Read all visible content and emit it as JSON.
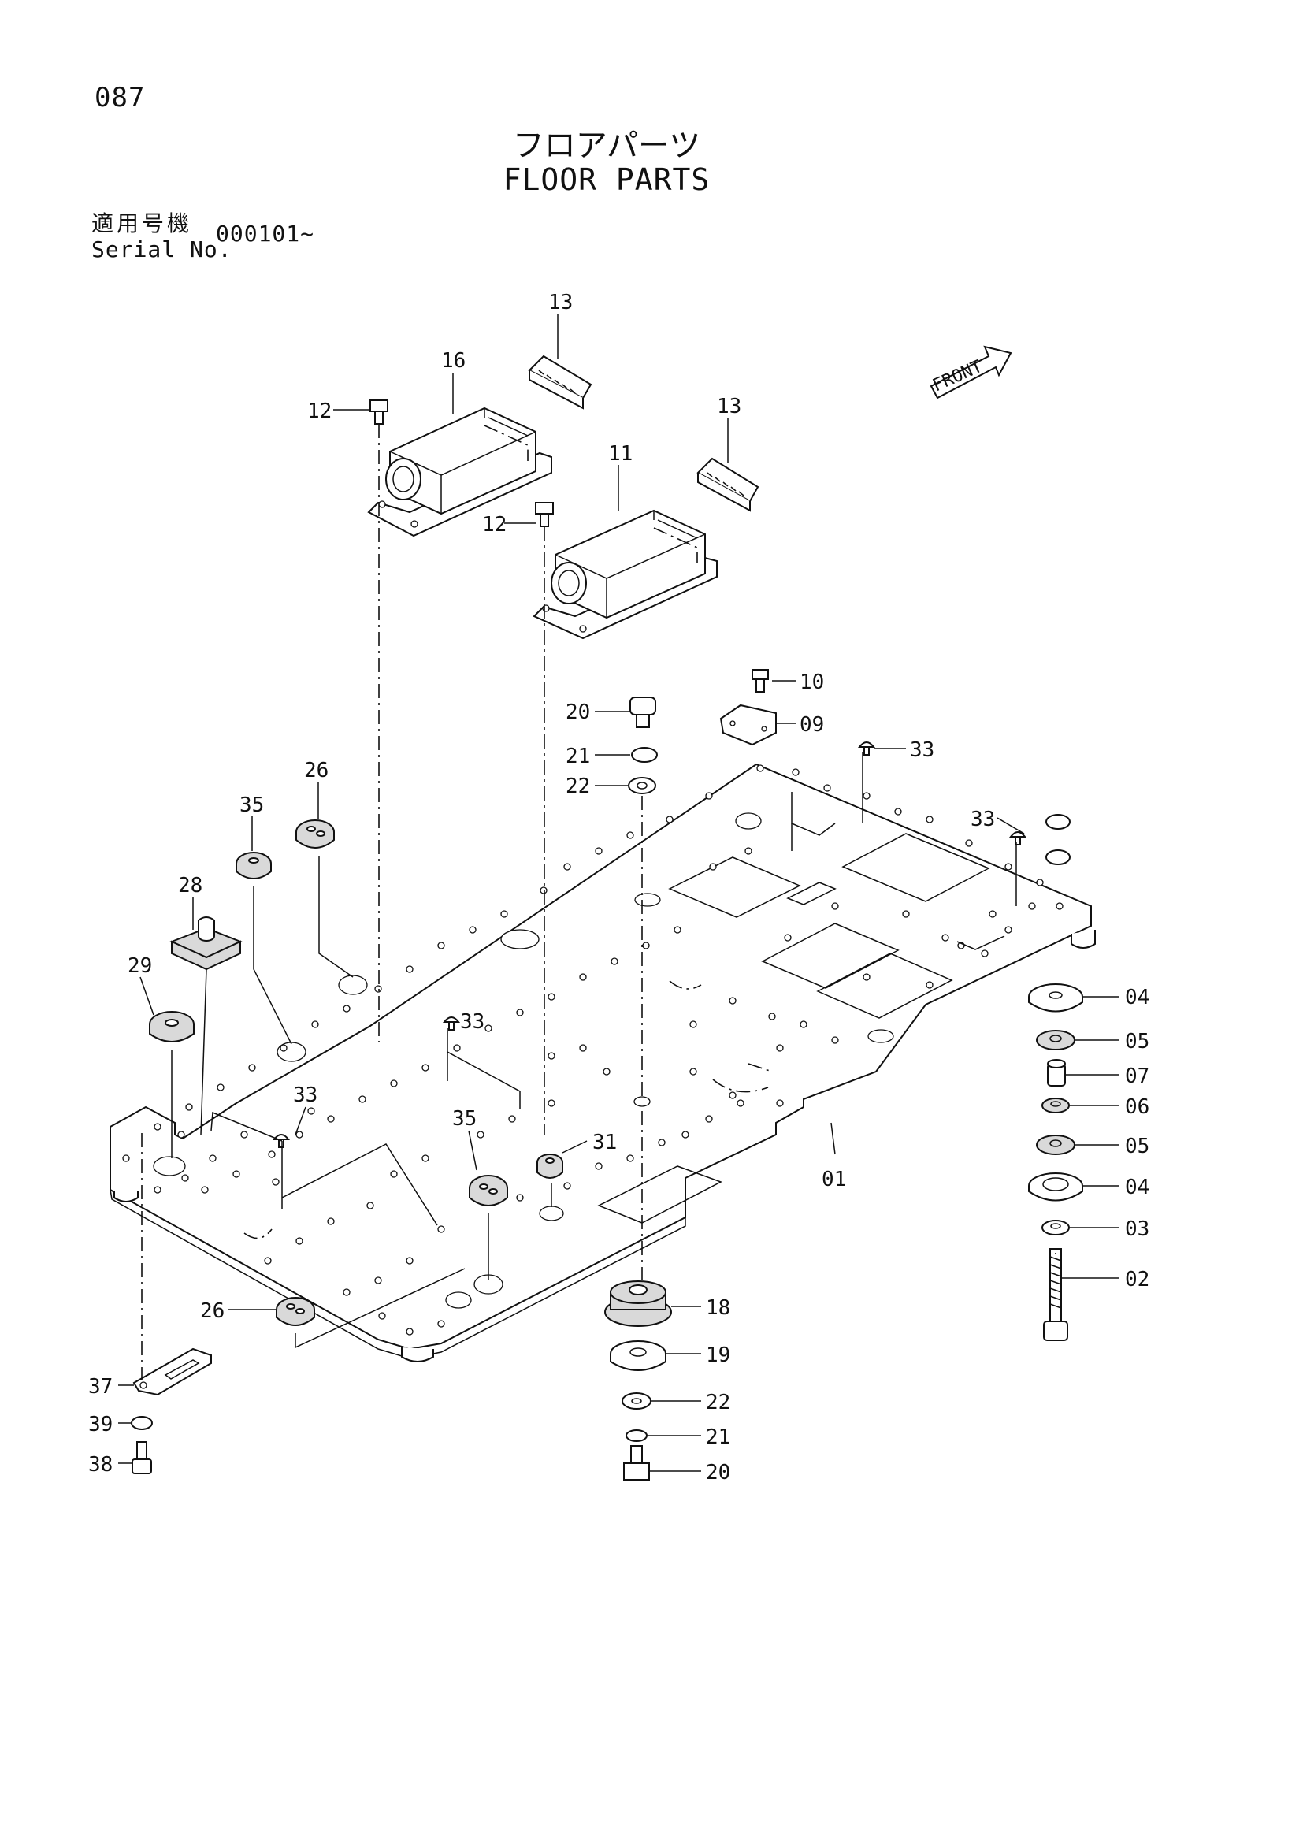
{
  "page": {
    "number": "087",
    "title_jp": "フロアパーツ",
    "title_en": "FLOOR PARTS",
    "serial_label_jp": "適用号機",
    "serial_label_en": "Serial No.",
    "serial_value": "000101~"
  },
  "front_label": "FRONT",
  "callouts": [
    {
      "id": "c13a",
      "label": "13"
    },
    {
      "id": "c16",
      "label": "16"
    },
    {
      "id": "c12a",
      "label": "12"
    },
    {
      "id": "c13b",
      "label": "13"
    },
    {
      "id": "c11",
      "label": "11"
    },
    {
      "id": "c12b",
      "label": "12"
    },
    {
      "id": "c10",
      "label": "10"
    },
    {
      "id": "c20a",
      "label": "20"
    },
    {
      "id": "c09",
      "label": "09"
    },
    {
      "id": "c33a",
      "label": "33"
    },
    {
      "id": "c21a",
      "label": "21"
    },
    {
      "id": "c22a",
      "label": "22"
    },
    {
      "id": "c33b",
      "label": "33"
    },
    {
      "id": "c26a",
      "label": "26"
    },
    {
      "id": "c35a",
      "label": "35"
    },
    {
      "id": "c28",
      "label": "28"
    },
    {
      "id": "c29",
      "label": "29"
    },
    {
      "id": "c33c",
      "label": "33"
    },
    {
      "id": "c33d",
      "label": "33"
    },
    {
      "id": "c04a",
      "label": "04"
    },
    {
      "id": "c05a",
      "label": "05"
    },
    {
      "id": "c07",
      "label": "07"
    },
    {
      "id": "c06",
      "label": "06"
    },
    {
      "id": "c05b",
      "label": "05"
    },
    {
      "id": "c04b",
      "label": "04"
    },
    {
      "id": "c03",
      "label": "03"
    },
    {
      "id": "c02",
      "label": "02"
    },
    {
      "id": "c35b",
      "label": "35"
    },
    {
      "id": "c31",
      "label": "31"
    },
    {
      "id": "c01",
      "label": "01"
    },
    {
      "id": "c18",
      "label": "18"
    },
    {
      "id": "c19",
      "label": "19"
    },
    {
      "id": "c26b",
      "label": "26"
    },
    {
      "id": "c22b",
      "label": "22"
    },
    {
      "id": "c21b",
      "label": "21"
    },
    {
      "id": "c20b",
      "label": "20"
    },
    {
      "id": "c37",
      "label": "37"
    },
    {
      "id": "c39",
      "label": "39"
    },
    {
      "id": "c38",
      "label": "38"
    }
  ]
}
